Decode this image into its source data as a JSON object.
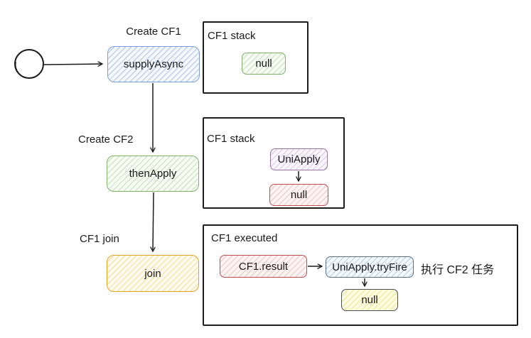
{
  "labels": {
    "create_cf1": "Create CF1",
    "create_cf2": "Create CF2",
    "cf1_join": "CF1 join",
    "exec_note": "执行 CF2 任务"
  },
  "containers": {
    "stack1": "CF1 stack",
    "stack2": "CF1 stack",
    "executed": "CF1 executed"
  },
  "nodes": {
    "supply_async": "supplyAsync",
    "then_apply": "thenApply",
    "join": "join",
    "stack1_null": "null",
    "uni_apply": "UniApply",
    "stack2_null": "null",
    "cf1_result": "CF1.result",
    "uniapply_tryfire": "UniApply.tryFire",
    "exec_null": "null"
  },
  "colors": {
    "blue_border": "#7b9cd9",
    "blue_stripe": "#bcd0ef",
    "blue_bg": "#f5f9fe",
    "green_border": "#7db36b",
    "green_stripe": "#cfe7c6",
    "green_bg": "#f6fbf4",
    "orange_border": "#e2a41f",
    "orange_stripe": "#f8e2ae",
    "orange_bg": "#fffaf0",
    "purple_border": "#9673a6",
    "purple_stripe": "#e0d2ea",
    "purple_bg": "#faf7fc",
    "red_border": "#c0504d",
    "red_stripe": "#f2cecc",
    "red_bg": "#fdf5f5",
    "steel_border": "#54718c",
    "steel_stripe": "#c6d7e8",
    "steel_bg": "#f3f8fc",
    "yellow_border": "#4a4f54",
    "yellow_stripe": "#f0eca0",
    "yellow_bg": "#fdfce2",
    "ink": "#1a1a1a"
  }
}
